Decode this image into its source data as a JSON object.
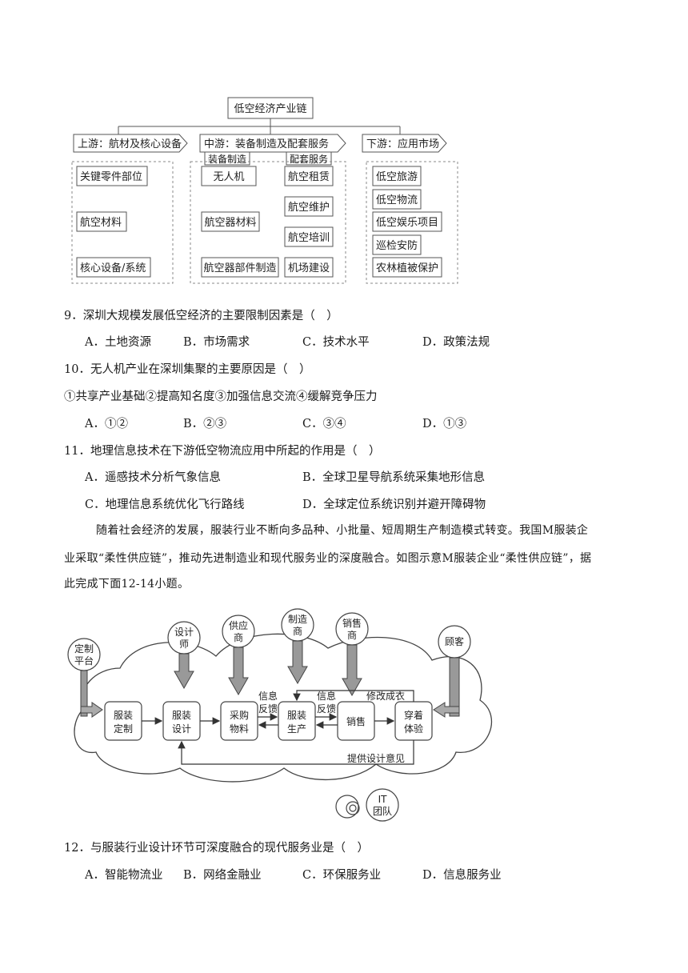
{
  "chain": {
    "title": "低空经济产业链",
    "upstream": {
      "header": "上游：航材及核心设备",
      "items": [
        "关键零件部位",
        "航空材料",
        "核心设备/系统"
      ]
    },
    "midstream": {
      "header": "中游：装备制造及配套服务",
      "sub_manufacture": "装备制造",
      "sub_service": "配套服务",
      "manufacture_items": [
        "无人机",
        "航空器材料",
        "航空器部件制造"
      ],
      "service_items": [
        "航空租赁",
        "航空维护",
        "航空培训",
        "机场建设"
      ]
    },
    "downstream": {
      "header": "下游：应用市场",
      "items": [
        "低空旅游",
        "低空物流",
        "低空娱乐项目",
        "巡检安防",
        "农林植被保护"
      ]
    }
  },
  "q9": {
    "stem": "9．深圳大规模发展低空经济的主要限制因素是（　）",
    "options": [
      "A．土地资源",
      "B．市场需求",
      "C．技术水平",
      "D．政策法规"
    ]
  },
  "q10": {
    "stem": "10．无人机产业在深圳集聚的主要原因是（　）",
    "statements": "①共享产业基础②提高知名度③加强信息交流④缓解竞争压力",
    "options": [
      "A．①②",
      "B．②③",
      "C．③④",
      "D．①③"
    ]
  },
  "q11": {
    "stem": "11．地理信息技术在下游低空物流应用中所起的作用是（　）",
    "options": [
      "A．遥感技术分析气象信息",
      "B．全球卫星导航系统采集地形信息",
      "C．地理信息系统优化飞行路线",
      "D．全球定位系统识别并避开障碍物"
    ]
  },
  "passage": {
    "line1": "随着社会经济的发展，服装行业不断向多品种、小批量、短周期生产制造模式转变。我国M服装企",
    "line2": "业采取“柔性供应链”，推动先进制造业和现代服务业的深度融合。如图示意M服装企业“柔性供应链”，据",
    "line3": "此完成下面12-14小题。"
  },
  "supply": {
    "actors": {
      "platform": [
        "定制",
        "平台"
      ],
      "designer": [
        "设计",
        "师"
      ],
      "supplier": [
        "供应",
        "商"
      ],
      "manufacturer": [
        "制造",
        "商"
      ],
      "seller": [
        "销售",
        "商"
      ],
      "customer": "顾客",
      "it": [
        "IT",
        "团队"
      ]
    },
    "steps": {
      "custom": [
        "服装",
        "定制"
      ],
      "design": [
        "服装",
        "设计"
      ],
      "purchase": [
        "采购",
        "物料"
      ],
      "production": [
        "服装",
        "生产"
      ],
      "sales": "销售",
      "experience": [
        "穿着",
        "体验"
      ]
    },
    "labels": {
      "feedback1": [
        "信息",
        "反馈"
      ],
      "feedback2": [
        "信息",
        "反馈"
      ],
      "modify": "修改成衣",
      "design_advice": "提供设计意见"
    }
  },
  "q12": {
    "stem": "12．与服装行业设计环节可深度融合的现代服务业是（　）",
    "options": [
      "A．智能物流业",
      "B．网络金融业",
      "C．环保服务业",
      "D．信息服务业"
    ]
  }
}
